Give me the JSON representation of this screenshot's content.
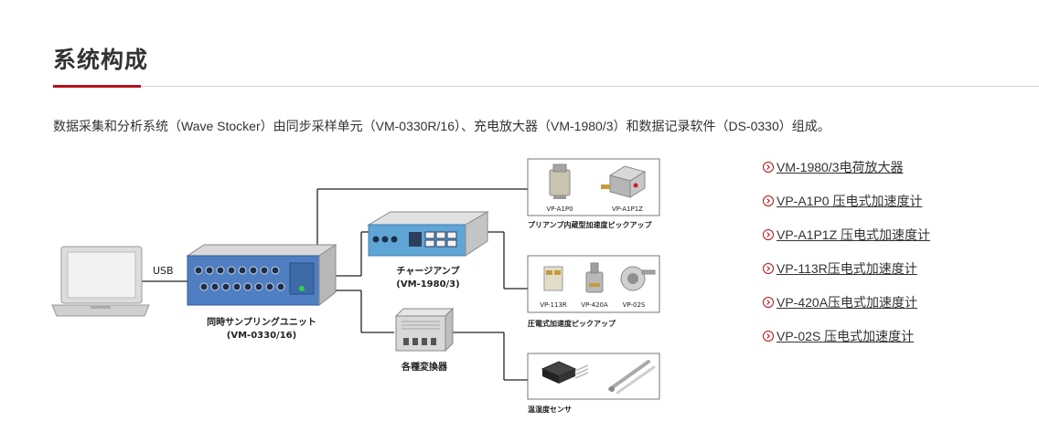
{
  "heading": {
    "title": "系统构成"
  },
  "intro": "数据采集和分析系统（Wave Stocker）由同步采样单元（VM-0330R/16）、充电放大器（VM-1980/3）和数据记录软件（DS-0330）组成。",
  "diagram": {
    "usb_label": "USB",
    "sampling_unit": {
      "line1": "同時サンプリングユニット",
      "line2": "(VM-0330/16)"
    },
    "charge_amp": {
      "line1": "チャージアンプ",
      "line2": "(VM-1980/3)"
    },
    "converter": {
      "label": "各種変換器"
    },
    "preamp_box": {
      "items": [
        "VP-A1P0",
        "VP-A1P1Z"
      ],
      "caption": "プリアンプ内蔵型加速度ピックアップ"
    },
    "piezo_box": {
      "items": [
        "VP-113R",
        "VP-420A",
        "VP-02S"
      ],
      "caption": "圧電式加速度ピックアップ"
    },
    "temp_box": {
      "caption": "温湿度センサ"
    }
  },
  "links": [
    {
      "label": "VM-1980/3电荷放大器",
      "icon": "circle-arrow-right"
    },
    {
      "label": "VP-A1P0 压电式加速度计",
      "icon": "circle-arrow-right"
    },
    {
      "label": "VP-A1P1Z 压电式加速度计",
      "icon": "circle-arrow-right"
    },
    {
      "label": "VP-113R压电式加速度计",
      "icon": "circle-arrow-right"
    },
    {
      "label": "VP-420A压电式加速度计",
      "icon": "circle-arrow-right"
    },
    {
      "label": "VP-02S 压电式加速度计",
      "icon": "circle-arrow-right"
    }
  ],
  "colors": {
    "accent": "#b3121b",
    "device_blue": "#4f7fc2",
    "amp_blue": "#5fa6d6"
  }
}
